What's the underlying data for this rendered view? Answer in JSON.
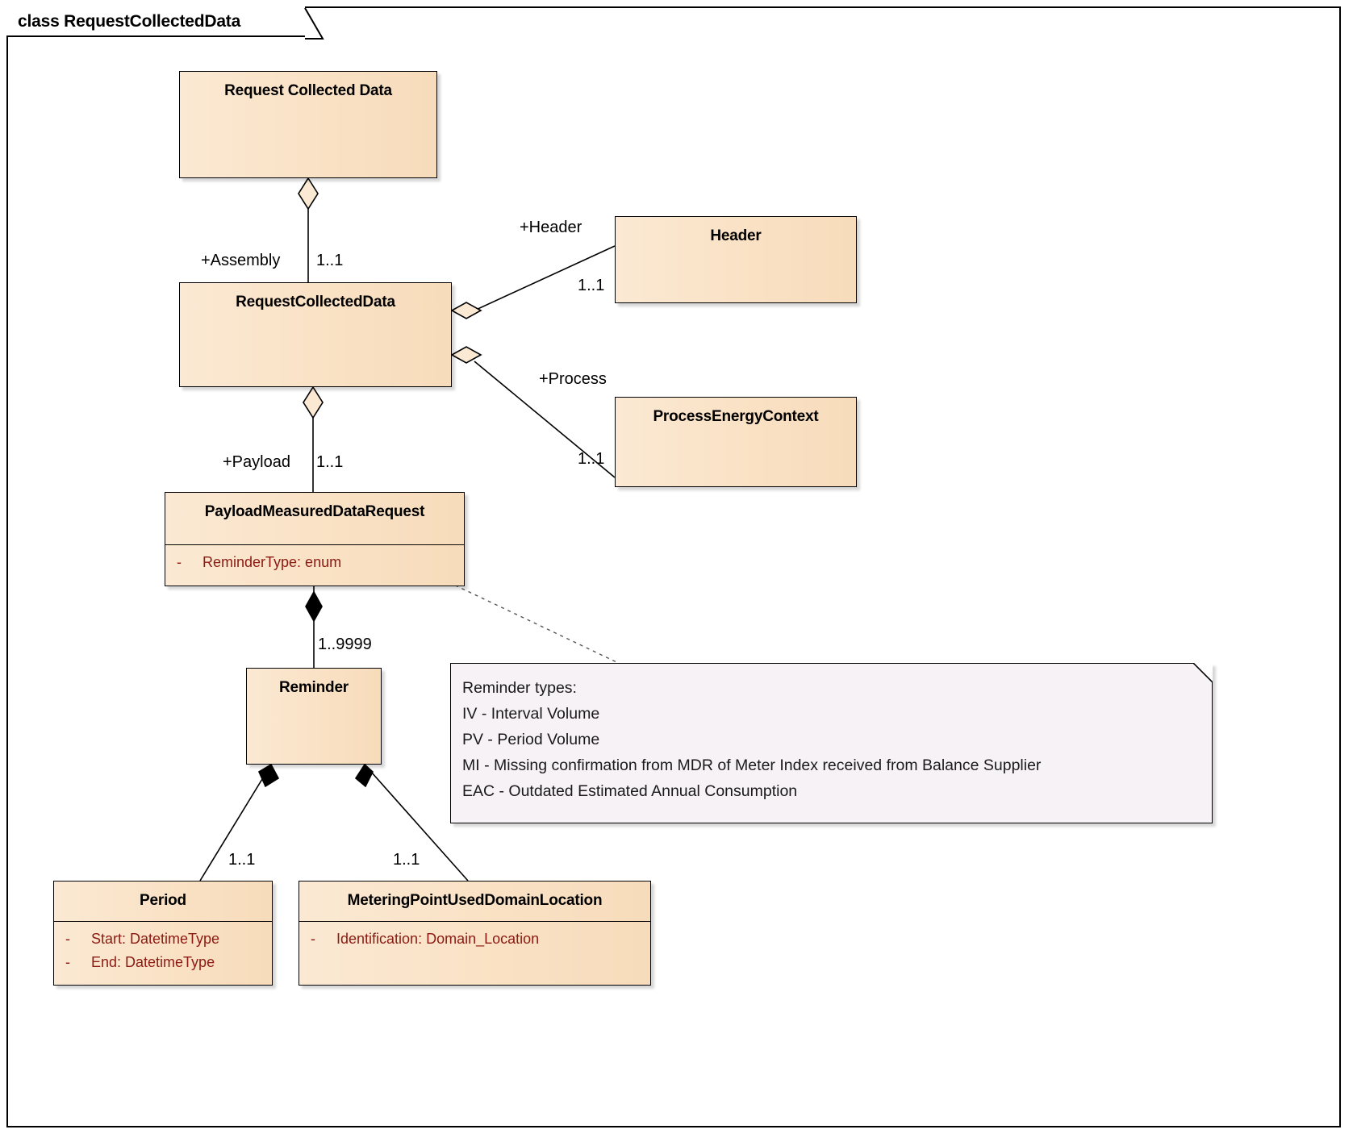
{
  "diagram": {
    "frame_label": "class RequestCollectedData",
    "type": "uml-class-diagram"
  },
  "classes": [
    {
      "id": "request-collected-data-root",
      "name": "Request Collected Data",
      "attributes": []
    },
    {
      "id": "request-collected-data",
      "name": "RequestCollectedData",
      "attributes": []
    },
    {
      "id": "header",
      "name": "Header",
      "attributes": []
    },
    {
      "id": "process-energy-context",
      "name": "ProcessEnergyContext",
      "attributes": []
    },
    {
      "id": "payload-measured-data-request",
      "name": "PayloadMeasuredDataRequest",
      "attributes": [
        {
          "visibility": "-",
          "text": "ReminderType: enum"
        }
      ]
    },
    {
      "id": "reminder",
      "name": "Reminder",
      "attributes": []
    },
    {
      "id": "period",
      "name": "Period",
      "attributes": [
        {
          "visibility": "-",
          "text": "Start: DatetimeType"
        },
        {
          "visibility": "-",
          "text": "End: DatetimeType"
        }
      ]
    },
    {
      "id": "metering-point-used-domain-location",
      "name": "MeteringPointUsedDomainLocation",
      "attributes": [
        {
          "visibility": "-",
          "text": "Identification: Domain_Location"
        }
      ]
    }
  ],
  "connectors": [
    {
      "id": "assembly",
      "role": "+Assembly",
      "multiplicity": "1..1"
    },
    {
      "id": "header",
      "role": "+Header",
      "multiplicity": "1..1"
    },
    {
      "id": "process",
      "role": "+Process",
      "multiplicity": "1..1"
    },
    {
      "id": "payload",
      "role": "+Payload",
      "multiplicity": "1..1"
    },
    {
      "id": "reminder",
      "role": "",
      "multiplicity": "1..9999"
    },
    {
      "id": "period",
      "role": "",
      "multiplicity": "1..1"
    },
    {
      "id": "mpudl",
      "role": "",
      "multiplicity": "1..1"
    }
  ],
  "note": {
    "lines": [
      "Reminder types:",
      "IV - Interval Volume",
      "PV - Period Volume",
      "MI - Missing confirmation from MDR of Meter Index received from Balance Supplier",
      "EAC - Outdated Estimated Annual Consumption"
    ]
  },
  "colors": {
    "class_fill": "#fae2c6",
    "class_border": "#000000",
    "attribute_text": "#8c1a12",
    "note_fill": "#f7f2f6",
    "background": "#ffffff"
  }
}
